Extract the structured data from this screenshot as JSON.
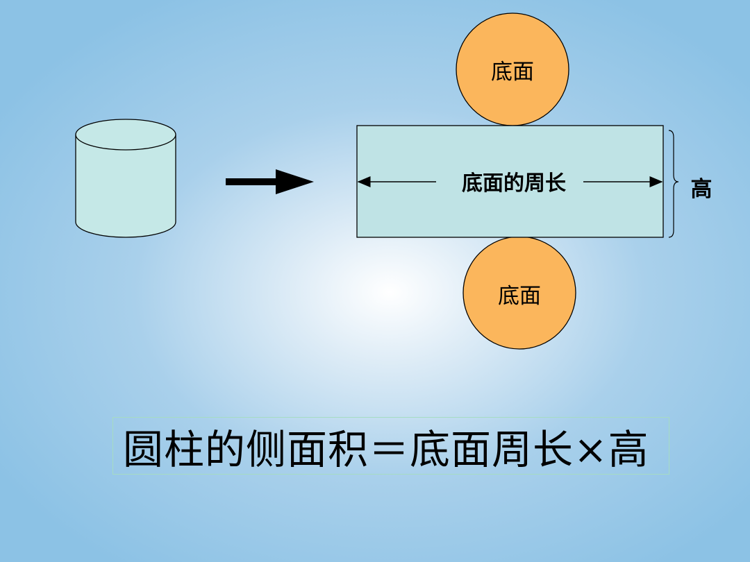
{
  "diagram": {
    "top_circle_label": "底面",
    "bottom_circle_label": "底面",
    "rect_label": "底面的周长",
    "height_label": "高"
  },
  "formula": {
    "text": "圆柱的侧面积＝底面周长×高"
  },
  "colors": {
    "circle_fill": "#fbb65c",
    "rect_fill": "#bfe3e5",
    "cylinder_fill": "#c5e8e7",
    "formula_border": "#a6dcc2"
  }
}
